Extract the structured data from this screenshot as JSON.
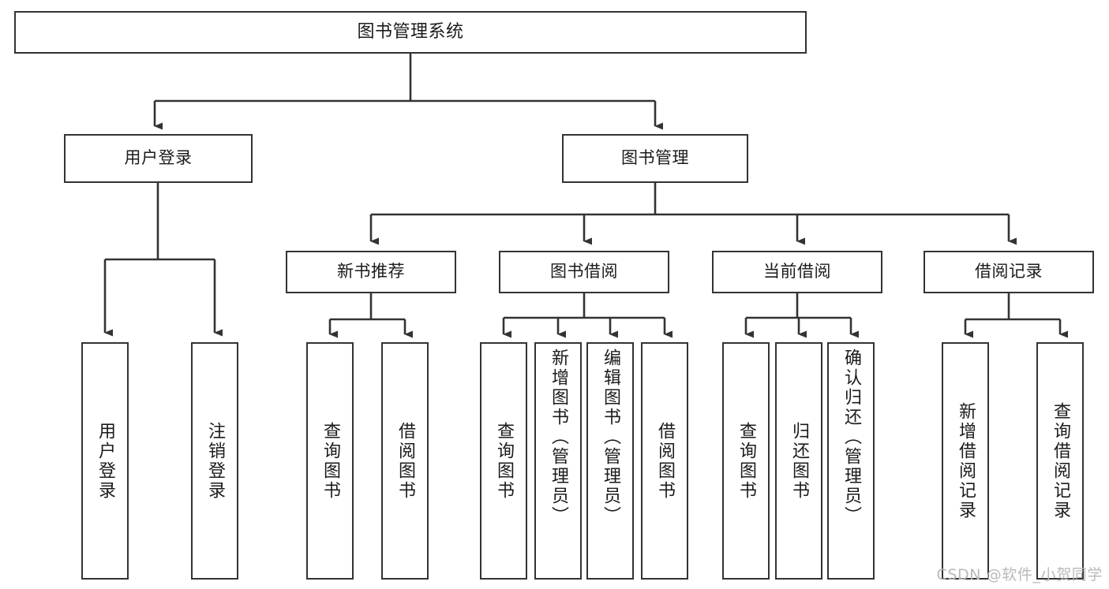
{
  "diagram": {
    "title": "图书管理系统",
    "type": "tree",
    "watermark": "CSDN @软件_小贺同学",
    "colors": {
      "box_border": "#333333",
      "box_fill": "#ffffff",
      "edge": "#333333",
      "text": "#1b1b1b",
      "watermark": "#b9b9b9"
    },
    "levels": [
      {
        "level": 0,
        "nodes": [
          {
            "id": "root",
            "label": "图书管理系统",
            "orientation": "horizontal"
          }
        ]
      },
      {
        "level": 1,
        "nodes": [
          {
            "id": "login",
            "label": "用户登录",
            "orientation": "horizontal",
            "parent": "root"
          },
          {
            "id": "bookmgmt",
            "label": "图书管理",
            "orientation": "horizontal",
            "parent": "root"
          }
        ]
      },
      {
        "level": 2,
        "nodes": [
          {
            "id": "newbook",
            "label": "新书推荐",
            "orientation": "horizontal",
            "parent": "bookmgmt"
          },
          {
            "id": "borrow",
            "label": "图书借阅",
            "orientation": "horizontal",
            "parent": "bookmgmt"
          },
          {
            "id": "current",
            "label": "当前借阅",
            "orientation": "horizontal",
            "parent": "bookmgmt"
          },
          {
            "id": "records",
            "label": "借阅记录",
            "orientation": "horizontal",
            "parent": "bookmgmt"
          }
        ]
      },
      {
        "level": 3,
        "nodes": [
          {
            "id": "leaf1",
            "label": "用户登录",
            "orientation": "vertical",
            "parent": "login"
          },
          {
            "id": "leaf2",
            "label": "注销登录",
            "orientation": "vertical",
            "parent": "login"
          },
          {
            "id": "leaf3",
            "label": "查询图书",
            "orientation": "vertical",
            "parent": "newbook"
          },
          {
            "id": "leaf4",
            "label": "借阅图书",
            "orientation": "vertical",
            "parent": "newbook"
          },
          {
            "id": "leaf5",
            "label": "查询图书",
            "orientation": "vertical",
            "parent": "borrow"
          },
          {
            "id": "leaf6",
            "label": "新增图书（管理员）",
            "orientation": "vertical",
            "parent": "borrow"
          },
          {
            "id": "leaf7",
            "label": "编辑图书（管理员）",
            "orientation": "vertical",
            "parent": "borrow"
          },
          {
            "id": "leaf8",
            "label": "借阅图书",
            "orientation": "vertical",
            "parent": "borrow"
          },
          {
            "id": "leaf9",
            "label": "查询图书",
            "orientation": "vertical",
            "parent": "current"
          },
          {
            "id": "leaf10",
            "label": "归还图书",
            "orientation": "vertical",
            "parent": "current"
          },
          {
            "id": "leaf11",
            "label": "确认归还（管理员）",
            "orientation": "vertical",
            "parent": "current"
          },
          {
            "id": "leaf12",
            "label": "新增借阅记录",
            "orientation": "vertical",
            "parent": "records"
          },
          {
            "id": "leaf13",
            "label": "查询借阅记录",
            "orientation": "vertical",
            "parent": "records"
          }
        ]
      }
    ]
  }
}
